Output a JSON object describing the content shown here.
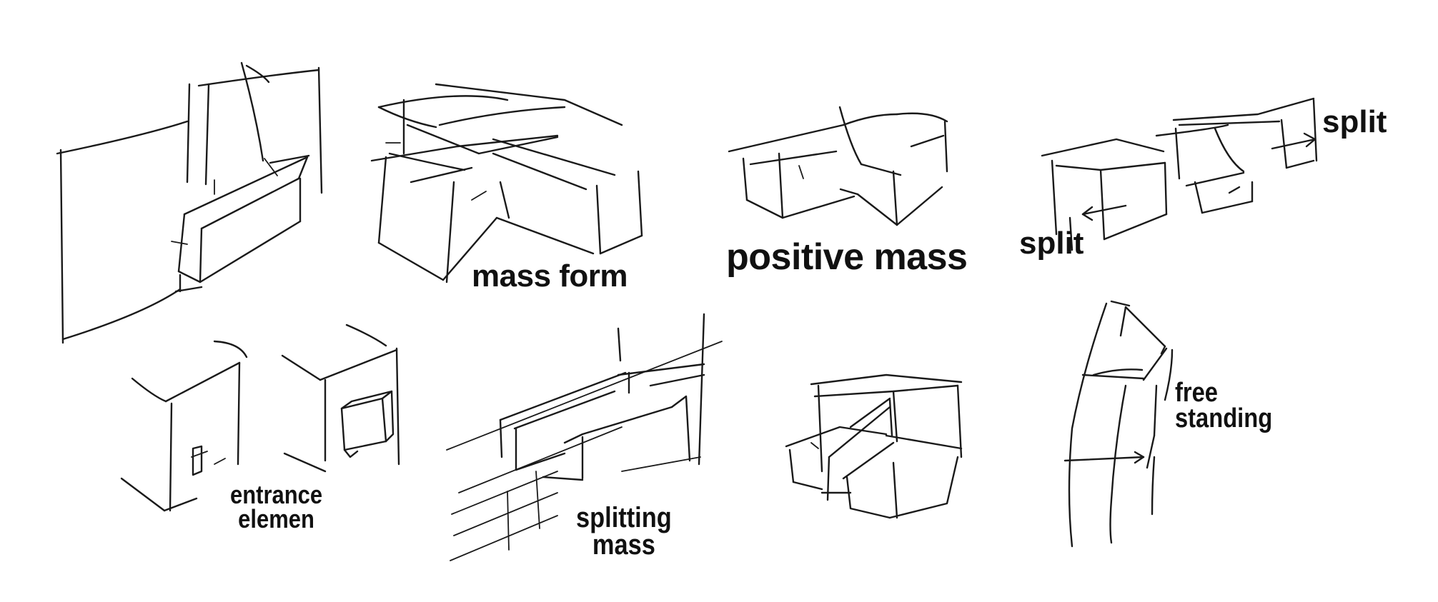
{
  "labels": {
    "mass_form": "mass form",
    "positive_mass": "positive mass",
    "split_right": "split",
    "split_left": "split",
    "entrance_line1": "entrance",
    "entrance_line2": "elemen",
    "splitting_line1": "splitting",
    "splitting_line2": "mass",
    "free_line1": "free",
    "free_line2": "standing"
  }
}
